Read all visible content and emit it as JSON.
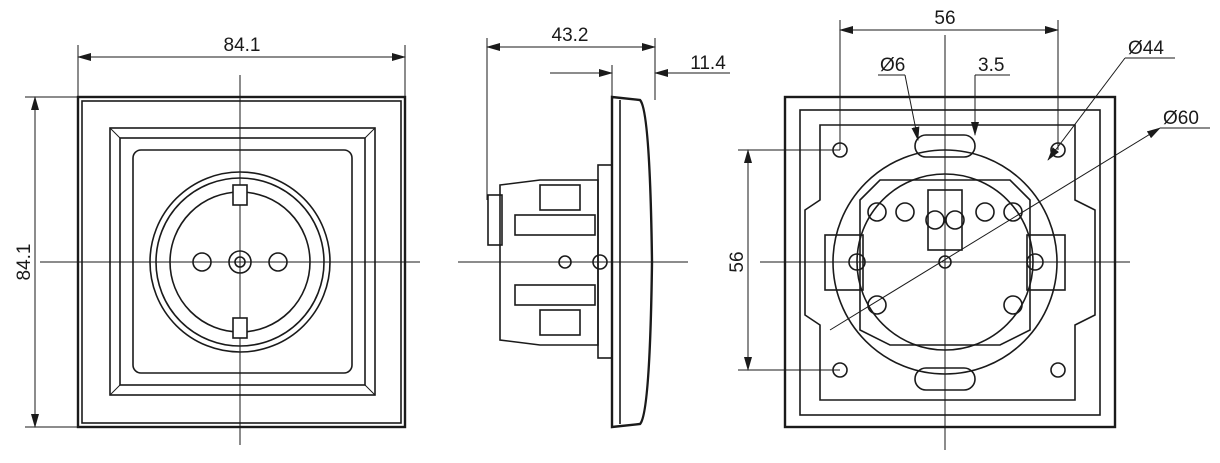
{
  "front_view": {
    "width_label": "84.1",
    "height_label": "84.1"
  },
  "side_view": {
    "depth_label": "43.2",
    "frame_label": "11.4"
  },
  "back_view": {
    "hole_spacing_h_label": "56",
    "hole_spacing_v_label": "56",
    "hole_diameter_label": "Ø6",
    "slot_label": "3.5",
    "diameter_44_label": "Ø44",
    "diameter_60_label": "Ø60"
  }
}
